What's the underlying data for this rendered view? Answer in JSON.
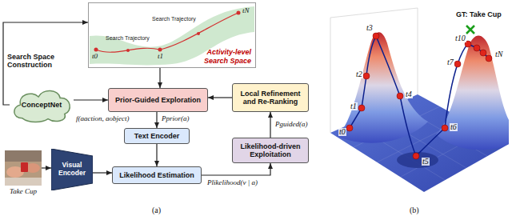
{
  "diagram": {
    "nodes": [
      {
        "text": [
          "Activity-level Search Space"
        ]
      },
      {
        "text": [
          "ConceptNet"
        ]
      },
      {
        "text": [
          "Prior-Guided Exploration"
        ]
      },
      {
        "text": [
          "Local Refinement and Re-Ranking"
        ]
      },
      {
        "text": [
          "Text Encoder"
        ]
      },
      {
        "text": [
          "Likelihood-driven Exploitation"
        ]
      },
      {
        "text": [
          "Take Cup"
        ]
      },
      {
        "text": [
          "Visual Encoder"
        ]
      },
      {
        "text": [
          "Likelihood Estimation"
        ]
      }
    ],
    "edges": [
      {
        "from": 1,
        "to": 0,
        "arrow": "to",
        "label": "Search Space Construction"
      },
      {
        "from": 0,
        "to": 2,
        "arrow": "to"
      },
      {
        "from": 1,
        "to": 2,
        "arrow": "to",
        "label": "f(aaction, aobject)"
      },
      {
        "from": 3,
        "to": 2,
        "arrow": "to"
      },
      {
        "from": 2,
        "to": 4,
        "arrow": "to",
        "label": "Pprior(a)"
      },
      {
        "from": 5,
        "to": 3,
        "arrow": "to",
        "label": "Pguided(a)"
      },
      {
        "from": 6,
        "to": 7,
        "arrow": "to"
      },
      {
        "from": 7,
        "to": 8,
        "arrow": "to"
      },
      {
        "from": 4,
        "to": 8,
        "arrow": "to"
      },
      {
        "from": 8,
        "to": 5,
        "arrow": "to",
        "label": "Plikelihood(v | a)"
      }
    ],
    "labels": [
      "t0",
      "Search Trajectory",
      "t1",
      "Search Trajectory",
      "tN",
      "t0",
      "t1",
      "t2",
      "t3",
      "t4",
      "t5",
      "t6",
      "t7",
      "t10",
      "tN",
      "GT: Take Cup",
      "(a)",
      "(b)"
    ]
  }
}
